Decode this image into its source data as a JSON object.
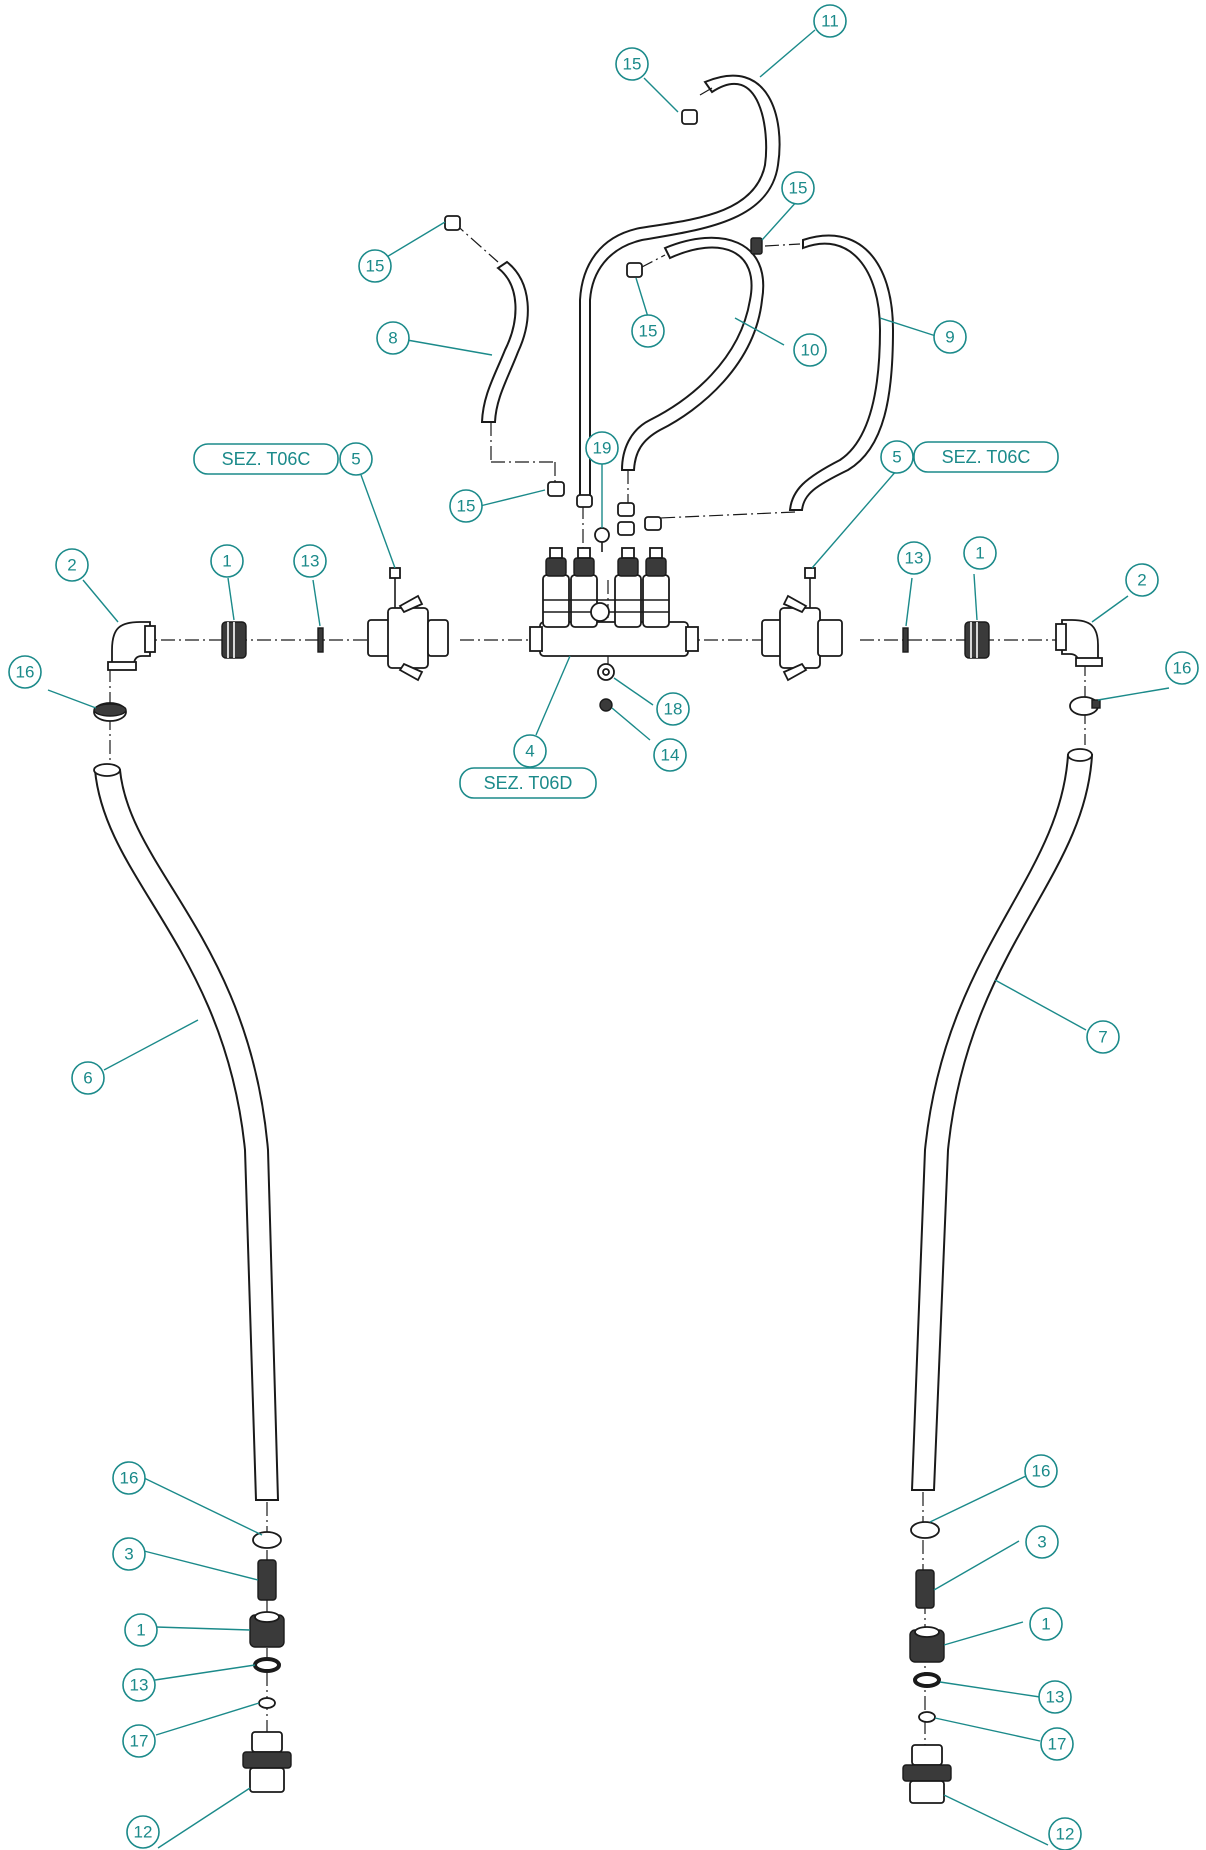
{
  "drawing": {
    "type": "exploded-parts-diagram",
    "balloons": [
      "11",
      "15",
      "15",
      "15",
      "15",
      "8",
      "10",
      "9",
      "15",
      "19",
      "5",
      "5",
      "2",
      "1",
      "13",
      "13",
      "1",
      "2",
      "16",
      "16",
      "4",
      "18",
      "14",
      "6",
      "7",
      "16",
      "16",
      "3",
      "3",
      "1",
      "1",
      "13",
      "13",
      "17",
      "17",
      "12",
      "12"
    ],
    "references": [
      "SEZ. T06C",
      "SEZ. T06C",
      "SEZ. T06D"
    ],
    "colors": {
      "line": "#1a1a1a",
      "callout": "#1b8a8a",
      "background": "#ffffff"
    }
  }
}
